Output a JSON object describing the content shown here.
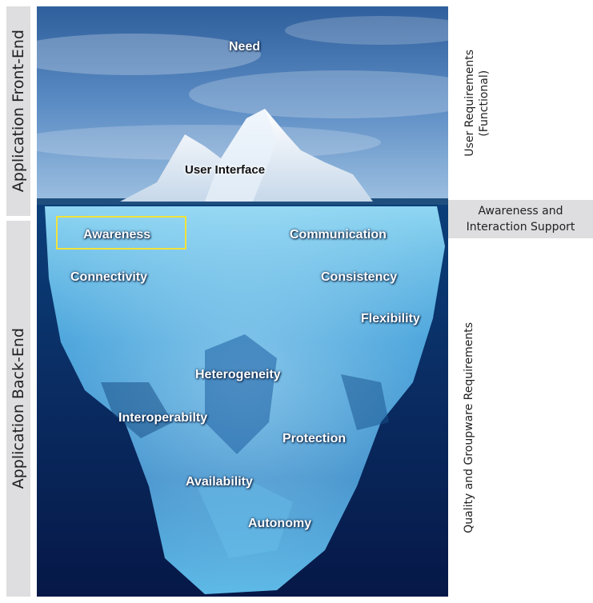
{
  "left_labels": {
    "front_end": "Application Front-End",
    "back_end": "Application Back-End"
  },
  "right_labels": {
    "user_requirements_line1": "User Requirements",
    "user_requirements_line2": "(Functional)",
    "awareness_line1": "Awareness and",
    "awareness_line2": "Interaction Support",
    "quality": "Quality and Groupware Requirements"
  },
  "iceberg_labels": {
    "need": "Need",
    "user_interface": "User Interface",
    "awareness": "Awareness",
    "communication": "Communication",
    "connectivity": "Connectivity",
    "consistency": "Consistency",
    "flexibility": "Flexibility",
    "heterogeneity": "Heterogeneity",
    "interoperability": "Interoperabilty",
    "protection": "Protection",
    "availability": "Availability",
    "autonomy": "Autonomy"
  },
  "colors": {
    "highlight_box": "#f2e23a",
    "side_panel": "#dedee0"
  }
}
